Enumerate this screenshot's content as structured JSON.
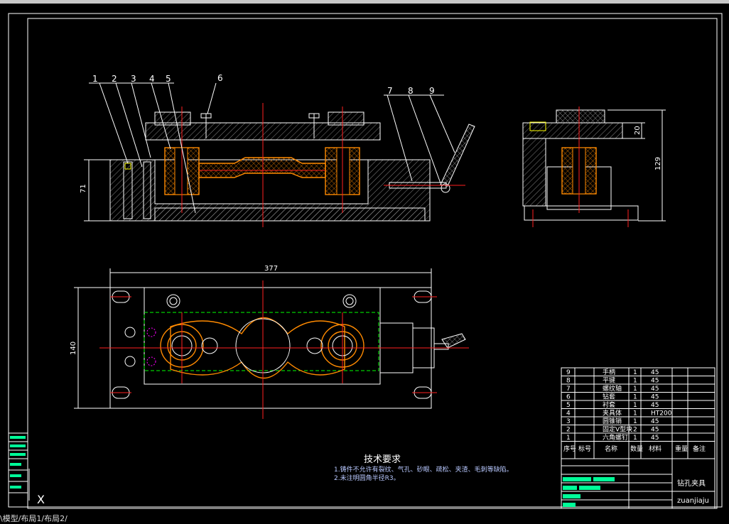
{
  "drawing": {
    "part_labels": [
      "1",
      "2",
      "3",
      "4",
      "5",
      "6",
      "7",
      "8",
      "9"
    ],
    "dims": {
      "front_height": "71",
      "side_top": "20",
      "side_height": "129",
      "plan_width": "377",
      "plan_height": "140"
    },
    "notes": {
      "title": "技术要求",
      "line1": "1.铸件不允许有裂纹、气孔、砂眼、疏松、夹渣、毛刺等缺陷。",
      "line2": "2.未注明圆角半径R3。"
    },
    "bom": {
      "rows": [
        {
          "no": "9",
          "name": "手柄",
          "qty": "1",
          "material": "45"
        },
        {
          "no": "8",
          "name": "平键",
          "qty": "1",
          "material": "45"
        },
        {
          "no": "7",
          "name": "螺纹轴",
          "qty": "1",
          "material": "45"
        },
        {
          "no": "6",
          "name": "钻套",
          "qty": "1",
          "material": "45"
        },
        {
          "no": "5",
          "name": "衬套",
          "qty": "1",
          "material": "45"
        },
        {
          "no": "4",
          "name": "夹具体",
          "qty": "1",
          "material": "HT200"
        },
        {
          "no": "3",
          "name": "圆锥销",
          "qty": "1",
          "material": "45"
        },
        {
          "no": "2",
          "name": "固定V型块",
          "qty": "2",
          "material": "45"
        },
        {
          "no": "1",
          "name": "六角螺钉",
          "qty": "1",
          "material": "45"
        }
      ],
      "header": {
        "no": "序号",
        "code": "标号",
        "name": "名称",
        "qty": "数量",
        "material": "材料",
        "weight": "重量",
        "remark": "备注"
      }
    },
    "titleblock": {
      "name": "钻孔夹具",
      "code": "zuanjiaju"
    }
  },
  "axis_icon_label": "X",
  "status_text": "\\模型/布局1/布局2/"
}
